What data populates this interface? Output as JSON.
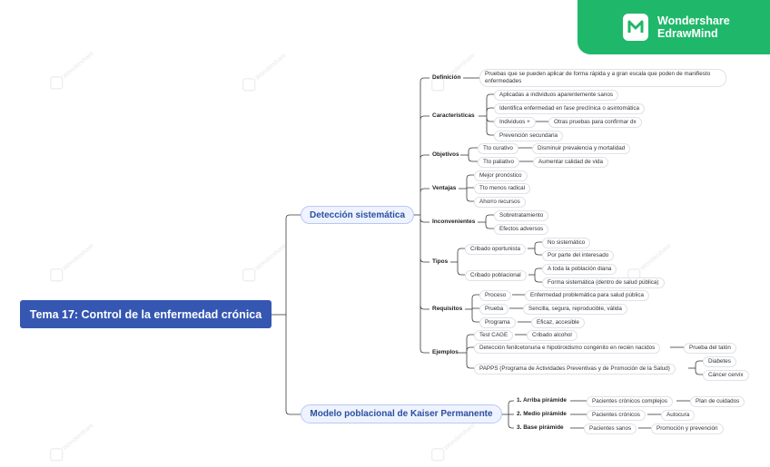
{
  "brand": {
    "line1": "Wondershare",
    "line2": "EdrawMind",
    "logo_icon": "edrawmind-logo-icon"
  },
  "watermark": {
    "text_line1": "Wondershare",
    "text_line2": "EdrawMind"
  },
  "colors": {
    "root_bg": "#3557b2",
    "main_border": "#b8c9f0",
    "brand_bg": "#1fb86a",
    "wire": "#3a3a3a"
  },
  "root": "Tema 17: Control de la enfermedad crónica",
  "branches": [
    {
      "label": "Detección sistemática",
      "children": [
        {
          "label": "Definición",
          "children": [
            {
              "label": "Pruebas que se pueden aplicar de forma rápida y a gran escala que poden de manifiesto enfermedades"
            }
          ]
        },
        {
          "label": "Características",
          "children": [
            {
              "label": "Aplicadas a individuos aparentemente sanos"
            },
            {
              "label": "Identifica enfermedad en fase preclínica o asintomática"
            },
            {
              "label": "Individuos +",
              "children": [
                {
                  "label": "Otras pruebas para confirmar dx"
                }
              ]
            },
            {
              "label": "Prevención secundaria"
            }
          ]
        },
        {
          "label": "Objetivos",
          "children": [
            {
              "label": "Tto curativo",
              "children": [
                {
                  "label": "Disminuir prevalencia y mortalidad"
                }
              ]
            },
            {
              "label": "Tto paliativo",
              "children": [
                {
                  "label": "Aumentar calidad de vida"
                }
              ]
            }
          ]
        },
        {
          "label": "Ventajas",
          "children": [
            {
              "label": "Mejor pronóstico"
            },
            {
              "label": "Tto menos radical"
            },
            {
              "label": "Ahorro recursos"
            }
          ]
        },
        {
          "label": "Inconvenientes",
          "children": [
            {
              "label": "Sobretratamiento"
            },
            {
              "label": "Efectos adversos"
            }
          ]
        },
        {
          "label": "Tipos",
          "children": [
            {
              "label": "Cribado oportunista",
              "children": [
                {
                  "label": "No sistemático"
                },
                {
                  "label": "Por parte del interesado"
                }
              ]
            },
            {
              "label": "Cribado poblacional",
              "children": [
                {
                  "label": "A toda la población diana"
                },
                {
                  "label": "Forma sistemática (dentro de salud pública)"
                }
              ]
            }
          ]
        },
        {
          "label": "Requisitos",
          "children": [
            {
              "label": "Proceso",
              "children": [
                {
                  "label": "Enfermedad problemática para salud pública"
                }
              ]
            },
            {
              "label": "Prueba",
              "children": [
                {
                  "label": "Sencilla, segura, reproducible, válida"
                }
              ]
            },
            {
              "label": "Programa",
              "children": [
                {
                  "label": "Eficaz, accesible"
                }
              ]
            }
          ]
        },
        {
          "label": "Ejemplos",
          "children": [
            {
              "label": "Test CAGE",
              "children": [
                {
                  "label": "Cribado alcohol"
                }
              ]
            },
            {
              "label": "Detección fenilcetonuria e hipotiroidismo congénito en recién nacidos",
              "children": [
                {
                  "label": "Prueba del talón"
                }
              ]
            },
            {
              "label": "PAPPS (Programa de Actividades Preventivas y de Promoción de la Salud)",
              "children": [
                {
                  "label": "Diabetes"
                },
                {
                  "label": "Cáncer cervix"
                }
              ]
            }
          ]
        }
      ]
    },
    {
      "label": "Modelo poblacional de Kaiser Permanente",
      "children": [
        {
          "label": "1. Arriba pirámide",
          "children": [
            {
              "label": "Pacientes crónicos complejos",
              "children": [
                {
                  "label": "Plan de cuidados"
                }
              ]
            }
          ]
        },
        {
          "label": "2. Medio pirámide",
          "children": [
            {
              "label": "Pacientes crónicos",
              "children": [
                {
                  "label": "Autocura"
                }
              ]
            }
          ]
        },
        {
          "label": "3. Base pirámide",
          "children": [
            {
              "label": "Pacientes sanos",
              "children": [
                {
                  "label": "Promoción y prevención"
                }
              ]
            }
          ]
        }
      ]
    }
  ]
}
